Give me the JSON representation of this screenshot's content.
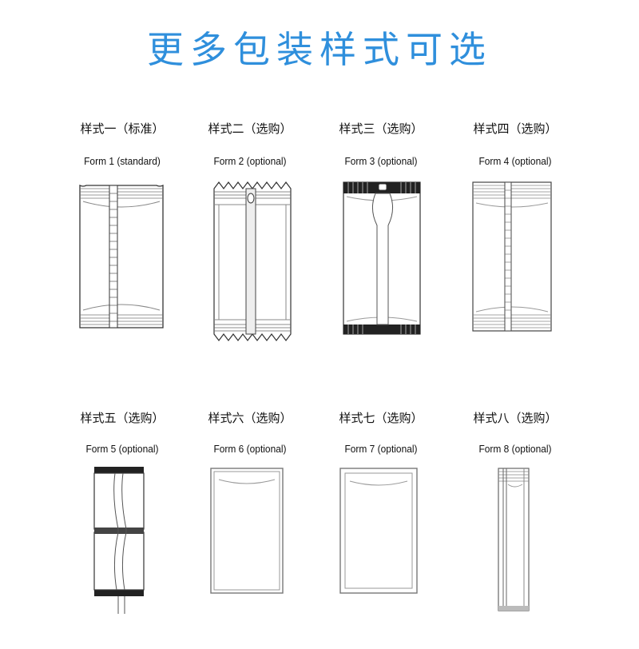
{
  "title": "更多包装样式可选",
  "forms": [
    {
      "cn": "样式一（标准）",
      "en": "Form 1 (standard)",
      "icon": "pouch-back-seal-icon"
    },
    {
      "cn": "样式二（选购）",
      "en": "Form 2 (optional)",
      "icon": "pouch-zigzag-edge-icon"
    },
    {
      "cn": "样式三（选购）",
      "en": "Form 3 (optional)",
      "icon": "pouch-hang-hole-icon"
    },
    {
      "cn": "样式四（选购）",
      "en": "Form 4 (optional)",
      "icon": "pouch-ribbed-seal-icon"
    },
    {
      "cn": "样式五（选购）",
      "en": "Form 5 (optional)",
      "icon": "pouch-double-strip-icon"
    },
    {
      "cn": "样式六（选购）",
      "en": "Form 6 (optional)",
      "icon": "pouch-three-side-seal-icon"
    },
    {
      "cn": "样式七（选购）",
      "en": "Form 7 (optional)",
      "icon": "pouch-four-side-seal-icon"
    },
    {
      "cn": "样式八（选购）",
      "en": "Form 8 (optional)",
      "icon": "pouch-slim-stick-icon"
    }
  ]
}
